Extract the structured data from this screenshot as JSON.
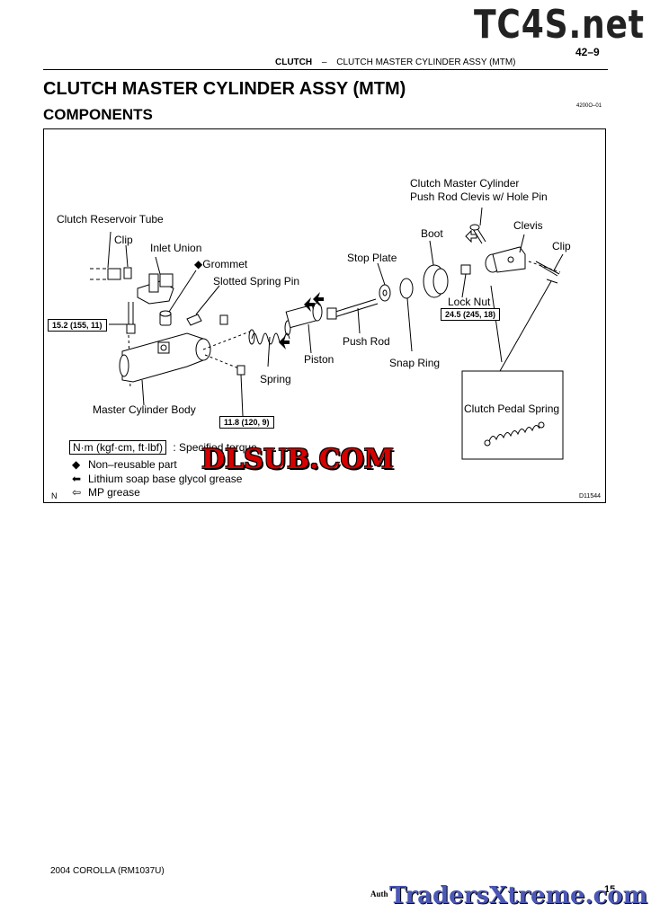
{
  "header": {
    "logo": "TC4S.net",
    "page_number": "42–9",
    "section": "CLUTCH",
    "dash": "–",
    "section_title": "CLUTCH MASTER CYLINDER ASSY (MTM)"
  },
  "title": "CLUTCH MASTER CYLINDER ASSY (MTM)",
  "subtitle": "COMPONENTS",
  "code": "4200O–01",
  "figure": {
    "labels": {
      "reservoir_tube": "Clutch Reservoir Tube",
      "clip_left": "Clip",
      "inlet_union": "Inlet Union",
      "grommet": "Grommet",
      "slotted_pin": "Slotted Spring Pin",
      "stop_plate": "Stop Plate",
      "boot": "Boot",
      "clevis_title_1": "Clutch Master Cylinder",
      "clevis_title_2": "Push Rod Clevis w/ Hole Pin",
      "clevis": "Clevis",
      "clip_right": "Clip",
      "lock_nut": "Lock Nut",
      "push_rod": "Push Rod",
      "piston": "Piston",
      "snap_ring": "Snap Ring",
      "spring": "Spring",
      "master_body": "Master Cylinder Body",
      "pedal_spring": "Clutch Pedal Spring",
      "n_mark": "N",
      "figure_code": "D11544"
    },
    "torques": {
      "t1": "15.2 (155, 11)",
      "t2": "24.5 (245, 18)",
      "t3": "11.8 (120, 9)"
    },
    "legend": {
      "unit": "N·m (kgf·cm, ft·lbf)",
      "unit_desc": ": Specified torque",
      "non_reusable": "Non–reusable part",
      "lithium": "Lithium soap base glycol grease",
      "mp": "MP grease"
    }
  },
  "watermarks": {
    "dlsub": "DLSUB.COM",
    "traders": "TradersXtreme.com"
  },
  "footer": {
    "model": "2004 COROLLA   (RM1037U)",
    "auth": "Auth",
    "num": "15"
  }
}
